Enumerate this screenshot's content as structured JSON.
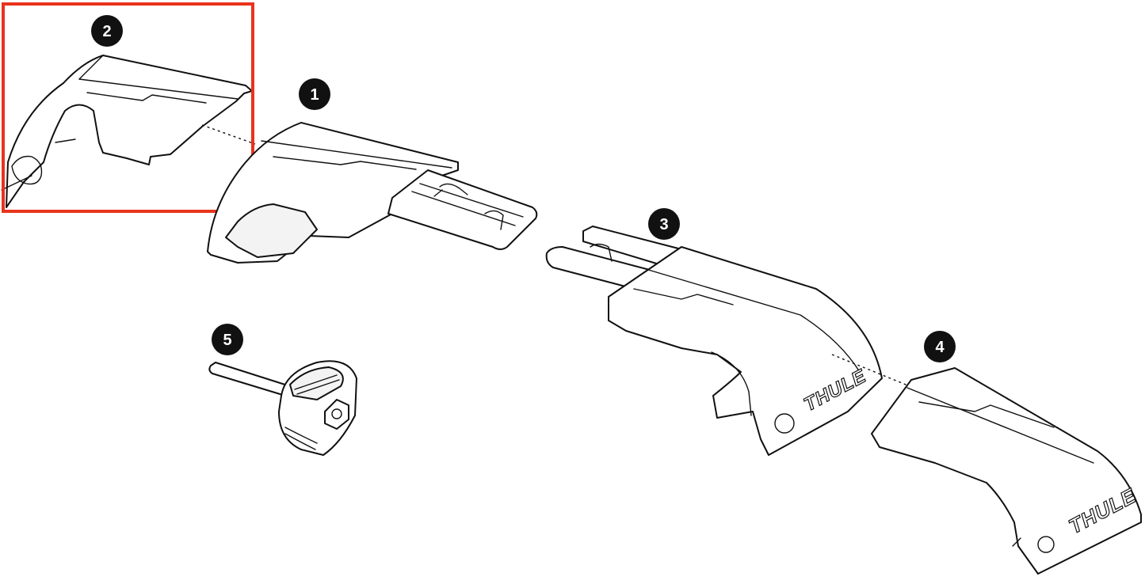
{
  "highlight_color": "#e8341c",
  "callouts": {
    "c1": "1",
    "c2": "2",
    "c3": "3",
    "c4": "4",
    "c5": "5"
  },
  "brand": {
    "logo_text_3": "THULE",
    "logo_text_4": "THULE"
  },
  "icons": [
    "foot-pad-part",
    "foot-cover-part",
    "foot-clamp-part",
    "foot-cover-logo-part",
    "tool-key-part"
  ]
}
